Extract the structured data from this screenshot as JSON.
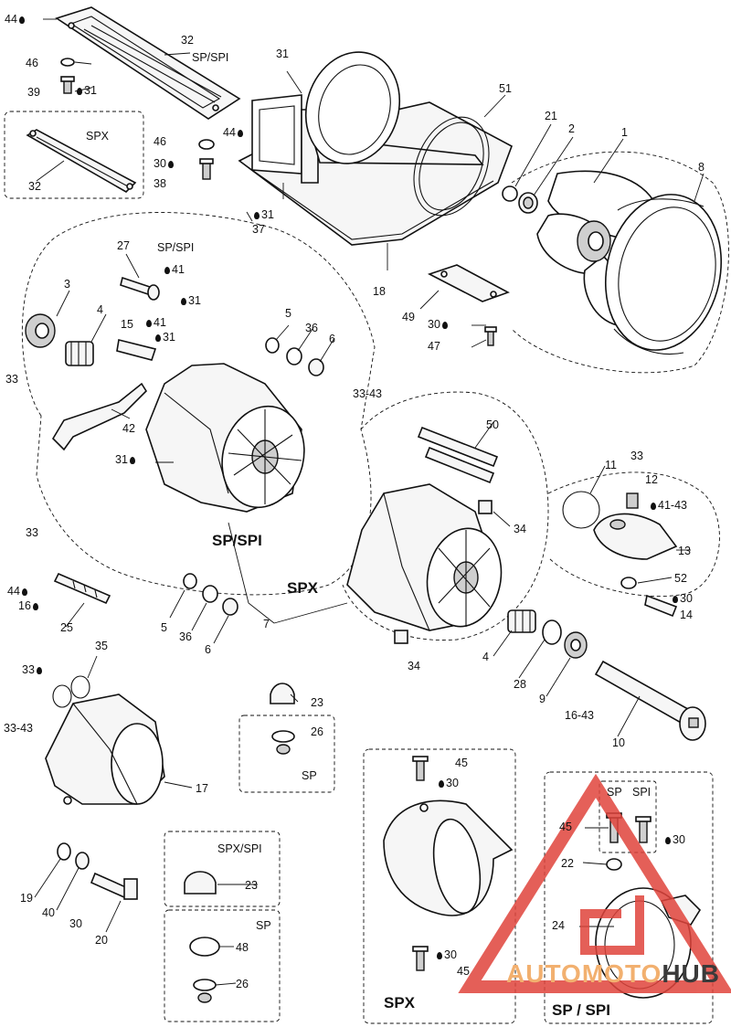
{
  "labels": {
    "p44a": "44",
    "p46a": "46",
    "p39": "39",
    "p31a": "31",
    "p32a": "32",
    "spspi_a": "SP/SPI",
    "spx_box": "SPX",
    "p32b": "32",
    "p46b": "46",
    "p30a": "30",
    "p38": "38",
    "p44b": "44",
    "p31b": "31",
    "p31c": "31",
    "p37": "37",
    "p51": "51",
    "p21": "21",
    "p2": "2",
    "p1": "1",
    "p8": "8",
    "p18": "18",
    "p27": "27",
    "spspi_b": "SP/SPI",
    "p41a": "41",
    "p31d": "31",
    "p3": "3",
    "p4a": "4",
    "p15": "15",
    "p41b": "41",
    "p31e": "31",
    "p33a": "33",
    "p5a": "5",
    "p36a": "36",
    "p6a": "6",
    "p49": "49",
    "p30b": "30",
    "p47": "47",
    "p33_43a": "33-43",
    "p42": "42",
    "p31f": "31",
    "p50": "50",
    "p11": "11",
    "p33b": "33",
    "p12": "12",
    "p41_43": "41-43",
    "p13": "13",
    "p34a": "34",
    "p52": "52",
    "p30c": "30",
    "p14": "14",
    "p33c": "33",
    "p44c": "44",
    "p16": "16",
    "p25": "25",
    "p5b": "5",
    "p36b": "36",
    "p6b": "6",
    "p7": "7",
    "p4b": "4",
    "p34b": "34",
    "p28": "28",
    "p9": "9",
    "p16_43": "16-43",
    "p10": "10",
    "p35": "35",
    "p33d": "33",
    "p23a": "23",
    "p26a": "26",
    "sp_a": "SP",
    "p33_43b": "33-43",
    "p17": "17",
    "p45a": "45",
    "p30d": "30",
    "sp_b": "SP",
    "spi_b": "SPI",
    "p45b": "45",
    "p30e": "30",
    "p22": "22",
    "p24": "24",
    "spxspi": "SPX/SPI",
    "p23b": "23",
    "sp_c": "SP",
    "p48": "48",
    "p26b": "26",
    "p19": "19",
    "p40": "40",
    "p30f": "30",
    "p20": "20",
    "p30g": "30",
    "p45c": "45"
  },
  "groups": {
    "sp_spi_main": "SP/SPI",
    "spx_main": "SPX",
    "spx_bottom": "SPX",
    "sp_spi_bottom": "SP / SPI"
  },
  "watermark": {
    "part1": "AUTOMOTO",
    "part2": "HUB"
  },
  "colors": {
    "line": "#111111",
    "watermark_red": "#e0443c",
    "watermark_orange": "#f2b06f",
    "watermark_dark": "#3a3a3a"
  }
}
